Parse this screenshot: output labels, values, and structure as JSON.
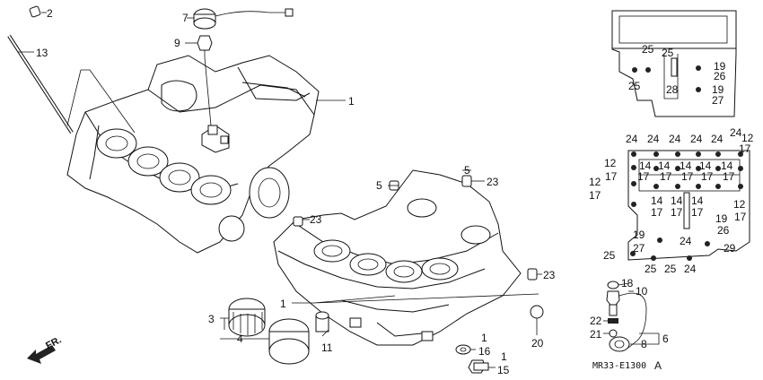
{
  "diagram": {
    "code_label": "MR33-E1300",
    "code_suffix": "A",
    "direction_label": "FR.",
    "callouts": {
      "c1a": "1",
      "c1b": "1",
      "c1c": "1",
      "c1d": "1",
      "c2": "2",
      "c3": "3",
      "c4": "4",
      "c5a": "5",
      "c5b": "5",
      "c6": "6",
      "c7": "7",
      "c8": "8",
      "c9": "9",
      "c10": "10",
      "c11": "11",
      "c12a": "12",
      "c12b": "12",
      "c12c": "12",
      "c12d": "12",
      "c13": "13",
      "c14a": "14",
      "c14b": "14",
      "c14c": "14",
      "c14d": "14",
      "c14e": "14",
      "c14f": "14",
      "c14g": "14",
      "c15": "15",
      "c16": "16",
      "c17a": "17",
      "c17b": "17",
      "c17c": "17",
      "c17d": "17",
      "c17e": "17",
      "c17f": "17",
      "c17g": "17",
      "c17h": "17",
      "c17i": "17",
      "c17j": "17",
      "c17k": "17",
      "c18": "18",
      "c19a": "19",
      "c19b": "19",
      "c19c": "19",
      "c19d": "19",
      "c20": "20",
      "c21": "21",
      "c22": "22",
      "c23a": "23",
      "c23b": "23",
      "c23c": "23",
      "c24a": "24",
      "c24b": "24",
      "c24c": "24",
      "c24d": "24",
      "c24e": "24",
      "c24f": "24",
      "c24g": "24",
      "c24h": "24",
      "c25a": "25",
      "c25b": "25",
      "c25c": "25",
      "c25d": "25",
      "c25e": "25",
      "c26a": "26",
      "c26b": "26",
      "c27a": "27",
      "c27b": "27",
      "c28": "28",
      "c29": "29"
    }
  }
}
